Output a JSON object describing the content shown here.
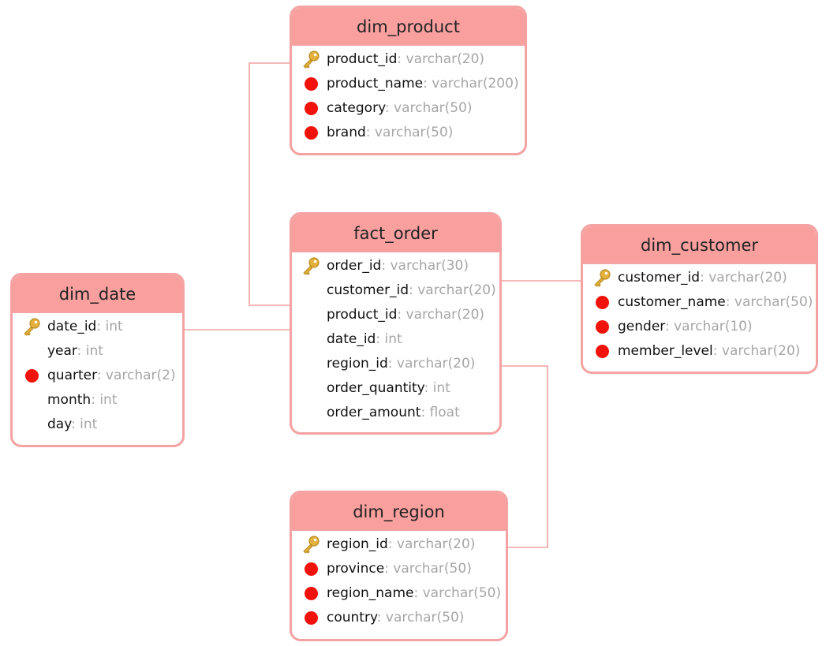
{
  "colors": {
    "header": "#f9a09f",
    "border": "#f4a2a2",
    "link": "#f4a2a2",
    "type_text": "#a6a6a6",
    "not_null_dot": "#f0120b",
    "key": "#e3b13c"
  },
  "tables": [
    {
      "id": "dim_product",
      "name": "dim_product",
      "columns": [
        {
          "name": "product_id",
          "type": ": varchar(20)",
          "icon": "key-icon"
        },
        {
          "name": "product_name",
          "type": ": varchar(200)",
          "icon": "required-dot-icon"
        },
        {
          "name": "category",
          "type": ": varchar(50)",
          "icon": "required-dot-icon"
        },
        {
          "name": "brand",
          "type": ": varchar(50)",
          "icon": "required-dot-icon"
        }
      ]
    },
    {
      "id": "fact_order",
      "name": "fact_order",
      "columns": [
        {
          "name": "order_id",
          "type": ": varchar(30)",
          "icon": "key-icon"
        },
        {
          "name": "customer_id",
          "type": ": varchar(20)",
          "icon": "none"
        },
        {
          "name": "product_id",
          "type": ": varchar(20)",
          "icon": "none"
        },
        {
          "name": "date_id",
          "type": ": int",
          "icon": "none"
        },
        {
          "name": "region_id",
          "type": ": varchar(20)",
          "icon": "none"
        },
        {
          "name": "order_quantity",
          "type": ": int",
          "icon": "none"
        },
        {
          "name": "order_amount",
          "type": ": float",
          "icon": "none"
        }
      ]
    },
    {
      "id": "dim_customer",
      "name": "dim_customer",
      "columns": [
        {
          "name": "customer_id",
          "type": ": varchar(20)",
          "icon": "key-icon"
        },
        {
          "name": "customer_name",
          "type": ": varchar(50)",
          "icon": "required-dot-icon"
        },
        {
          "name": "gender",
          "type": ": varchar(10)",
          "icon": "required-dot-icon"
        },
        {
          "name": "member_level",
          "type": ": varchar(20)",
          "icon": "required-dot-icon"
        }
      ]
    },
    {
      "id": "dim_date",
      "name": "dim_date",
      "columns": [
        {
          "name": "date_id",
          "type": ": int",
          "icon": "key-icon"
        },
        {
          "name": "year",
          "type": ": int",
          "icon": "none"
        },
        {
          "name": "quarter",
          "type": ": varchar(2)",
          "icon": "required-dot-icon"
        },
        {
          "name": "month",
          "type": ": int",
          "icon": "none"
        },
        {
          "name": "day",
          "type": ": int",
          "icon": "none"
        }
      ]
    },
    {
      "id": "dim_region",
      "name": "dim_region",
      "columns": [
        {
          "name": "region_id",
          "type": ": varchar(20)",
          "icon": "key-icon"
        },
        {
          "name": "province",
          "type": ": varchar(50)",
          "icon": "required-dot-icon"
        },
        {
          "name": "region_name",
          "type": ": varchar(50)",
          "icon": "required-dot-icon"
        },
        {
          "name": "country",
          "type": ": varchar(50)",
          "icon": "required-dot-icon"
        }
      ]
    }
  ],
  "relationships": [
    {
      "from": "fact_order.product_id",
      "to": "dim_product.product_id"
    },
    {
      "from": "fact_order.customer_id",
      "to": "dim_customer.customer_id"
    },
    {
      "from": "fact_order.date_id",
      "to": "dim_date.date_id"
    },
    {
      "from": "fact_order.region_id",
      "to": "dim_region.region_id"
    }
  ]
}
